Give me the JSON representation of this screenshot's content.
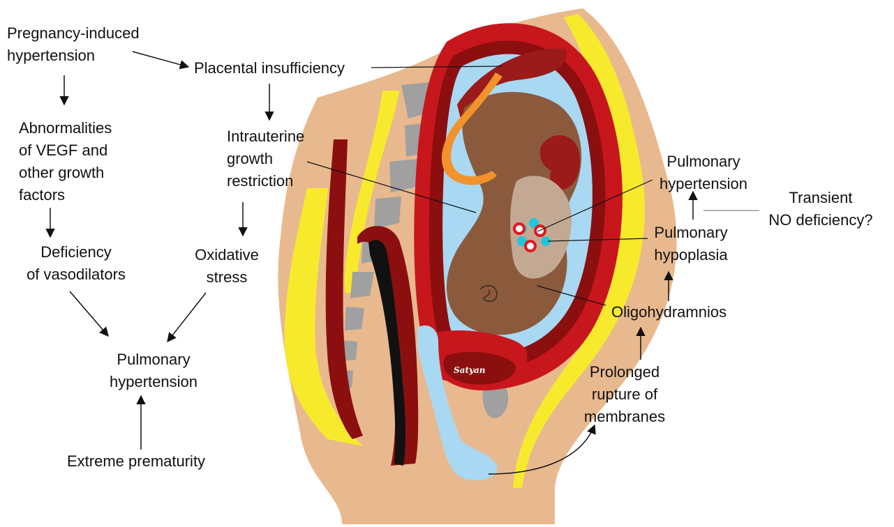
{
  "labels": {
    "pregnancy_induced_hypertension": [
      "Pregnancy-induced",
      "hypertension"
    ],
    "placental_insufficiency": [
      "Placental insufficiency"
    ],
    "abnormalities_vegf": [
      "Abnormalities",
      "of VEGF and",
      "other growth",
      "factors"
    ],
    "intrauterine_growth_restriction": [
      "Intrauterine",
      "growth",
      "restriction"
    ],
    "deficiency_of_vasodilators": [
      "Deficiency",
      "of vasodilators"
    ],
    "oxidative_stress": [
      "Oxidative",
      "stress"
    ],
    "pulmonary_hypertension_left": [
      "Pulmonary",
      "hypertension"
    ],
    "extreme_prematurity": [
      "Extreme prematurity"
    ],
    "pulmonary_hypertension_right": [
      "Pulmonary",
      "hypertension"
    ],
    "transient_no_deficiency": [
      "Transient",
      "NO deficiency?"
    ],
    "pulmonary_hypoplasia": [
      "Pulmonary",
      "hypoplasia"
    ],
    "oligohydramnios": [
      "Oligohydramnios"
    ],
    "prolonged_rupture_of_membranes": [
      "Prolonged",
      "rupture of",
      "membranes"
    ]
  },
  "illustration": {
    "signature": "Satyan",
    "colors": {
      "skin": "#e8b98e",
      "fat": "#f7ea2d",
      "muscle_red": "#c8161d",
      "muscle_dark": "#8b0f0f",
      "amniotic_fluid": "#a8d8f2",
      "fetus": "#8b5a3c",
      "placenta": "#9b1a1a",
      "umbilical_cord": "#f2922a",
      "bone_gray": "#a0a0a0",
      "lung_shadow": "#c3a994",
      "alveoli_red": "#e2191f",
      "alveoli_cyan": "#21c6dc",
      "rectum_black": "#111111"
    }
  }
}
